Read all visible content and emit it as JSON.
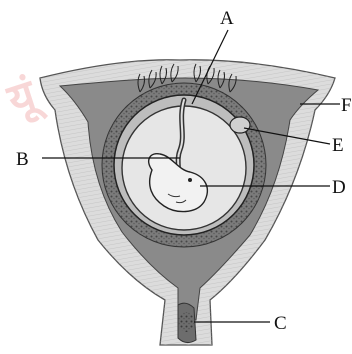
{
  "figure": {
    "watermark": "यूं"
  },
  "labels": {
    "a": "A",
    "b": "B",
    "c": "C",
    "d": "D",
    "e": "E",
    "f": "F"
  },
  "colors": {
    "background": "#ffffff",
    "uterine_wall": "#dcdcdc",
    "uterine_cavity": "#8a8a8a",
    "amniotic_sac": "#e6e6e6",
    "embryo": "#f2f2f2",
    "watermark": "#f4b8b8",
    "ink": "#111111"
  }
}
